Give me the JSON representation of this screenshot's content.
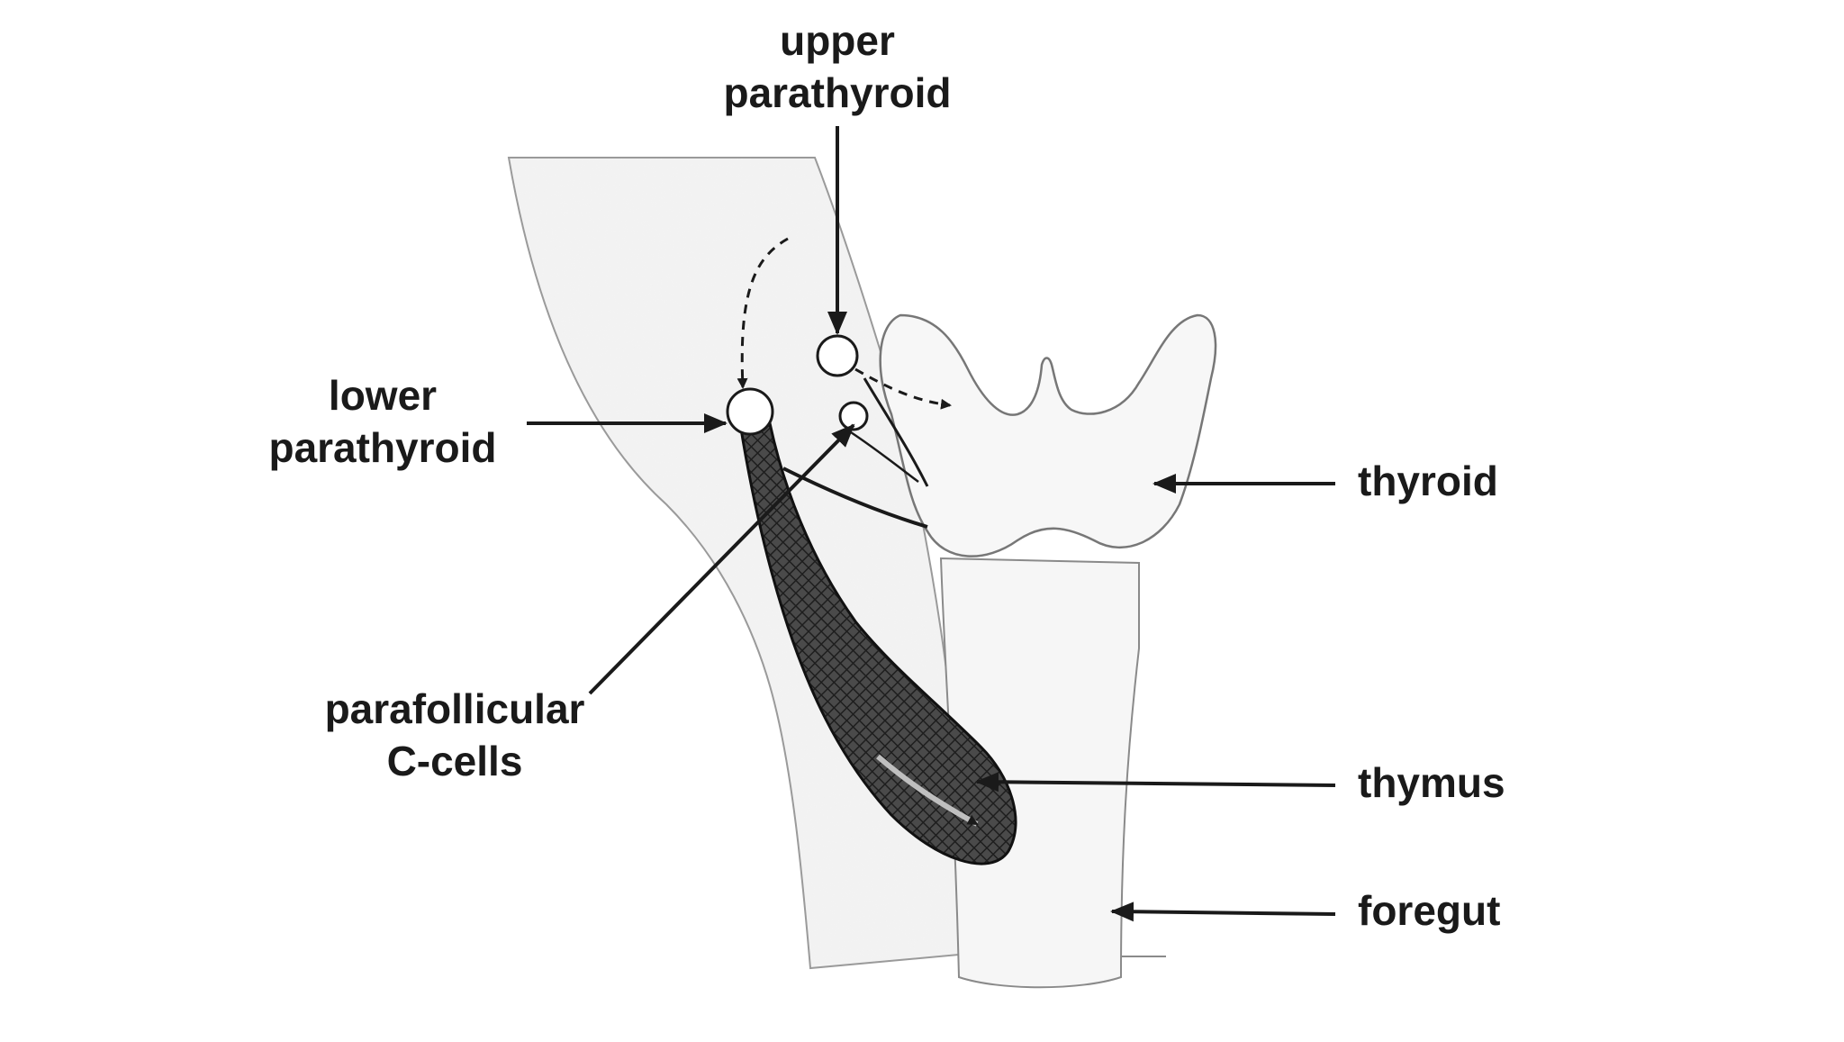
{
  "labels": {
    "upper_parathyroid": [
      "upper",
      "parathyroid"
    ],
    "lower_parathyroid": [
      "lower",
      "parathyroid"
    ],
    "parafollicular": [
      "parafollicular",
      "C-cells"
    ],
    "thyroid": "thyroid",
    "thymus": "thymus",
    "foregut": "foregut"
  },
  "colors": {
    "ink": "#1a1a1a",
    "tissue_fill": "#f2f2f2",
    "tissue_edge": "#8a8a8a",
    "thymus_fill": "#3a3a3a"
  }
}
